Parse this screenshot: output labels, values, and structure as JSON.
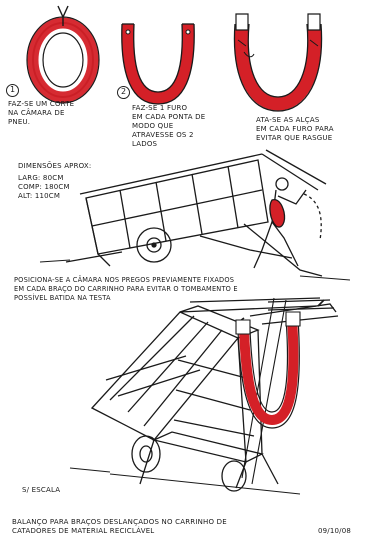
{
  "colors": {
    "rubber": "#d42027",
    "ink": "#1a1a1a",
    "paper": "#ffffff"
  },
  "steps": [
    {
      "number": "1",
      "text": [
        "FAZ-SE UM CORTE",
        "NA CÂMARA DE",
        "PNEU."
      ]
    },
    {
      "number": "2",
      "text": [
        "FAZ-SE 1 FURO",
        "EM CADA PONTA DE",
        "MODO QUE",
        "ATRAVESSE OS 2",
        "LADOS"
      ]
    },
    {
      "number": "",
      "text": [
        "ATA-SE AS ALÇAS",
        "EM CADA FURO PARA",
        "EVITAR QUE RASGUE"
      ]
    }
  ],
  "dimensions": {
    "title": "DIMENSÕES APROX:",
    "lines": [
      "LARG: 80CM",
      "COMP: 180CM",
      "ALT: 110CM"
    ]
  },
  "instruction": [
    "POSICIONA-SE A CÂMARA NOS PREGOS PREVIAMENTE FIXADOS",
    "EM CADA BRAÇO DO CARRINHO PARA EVITAR O TOMBAMENTO E",
    "POSSÍVEL BATIDA NA TESTA"
  ],
  "scale_label": "S/ ESCALA",
  "caption": [
    "BALANÇO PARA BRAÇOS DESLANÇADOS NO CARRINHO DE",
    "CATADORES DE MATERIAL RECICLÁVEL"
  ],
  "date": "09/10/08"
}
